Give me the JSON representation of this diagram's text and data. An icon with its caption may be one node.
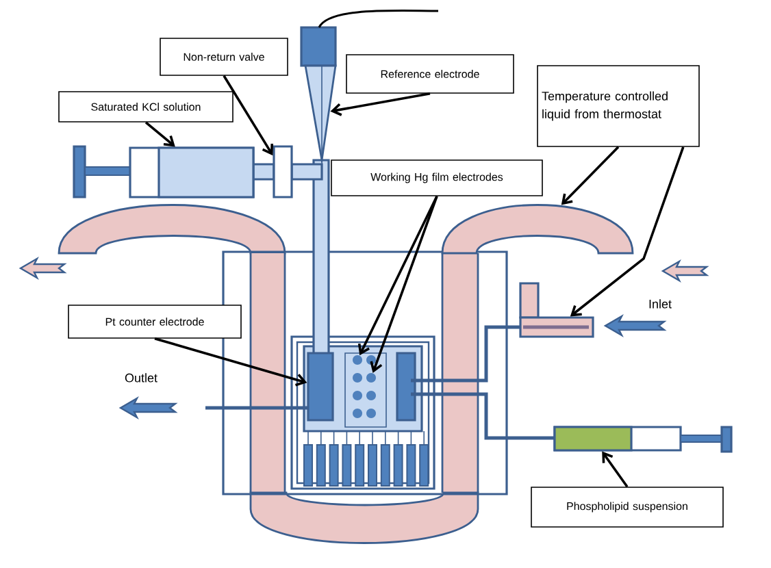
{
  "diagram": {
    "nodes": [
      {
        "text": [
          "Non-return valve"
        ]
      },
      {
        "text": [
          "Reference electrode"
        ]
      },
      {
        "text": [
          "Saturated KCl solution"
        ]
      },
      {
        "text": [
          "Working Hg film electrodes"
        ]
      },
      {
        "text": [
          "Temperature controlled liquid from thermostat"
        ]
      },
      {
        "text": [
          "Pt counter electrode"
        ]
      },
      {
        "text": [
          "Phospholipid suspension"
        ]
      },
      {
        "text": [],
        "shape": "box"
      },
      {
        "text": [],
        "shape": "box"
      },
      {
        "text": [],
        "shape": "cone"
      },
      {
        "text": [],
        "shape": "circle"
      },
      {
        "text": [],
        "shape": "circle"
      },
      {
        "text": [],
        "shape": "arch"
      },
      {
        "text": [],
        "shape": "pipe"
      },
      {
        "text": [],
        "shape": "box"
      },
      {
        "text": [],
        "shape": "box"
      }
    ],
    "edges": [
      {
        "from": 0,
        "to": 8,
        "arrow": "to"
      },
      {
        "from": 1,
        "to": 9,
        "arrow": "to"
      },
      {
        "from": 2,
        "to": 7,
        "arrow": "to"
      },
      {
        "from": 3,
        "to": 10,
        "arrow": "to"
      },
      {
        "from": 3,
        "to": 11,
        "arrow": "to"
      },
      {
        "from": 4,
        "to": 12,
        "arrow": "to"
      },
      {
        "from": 4,
        "to": 13,
        "arrow": "to"
      },
      {
        "from": 5,
        "to": 14,
        "arrow": "to"
      },
      {
        "from": 6,
        "to": 15,
        "arrow": "to"
      }
    ],
    "labels": [
      "Inlet",
      "Outlet"
    ]
  }
}
